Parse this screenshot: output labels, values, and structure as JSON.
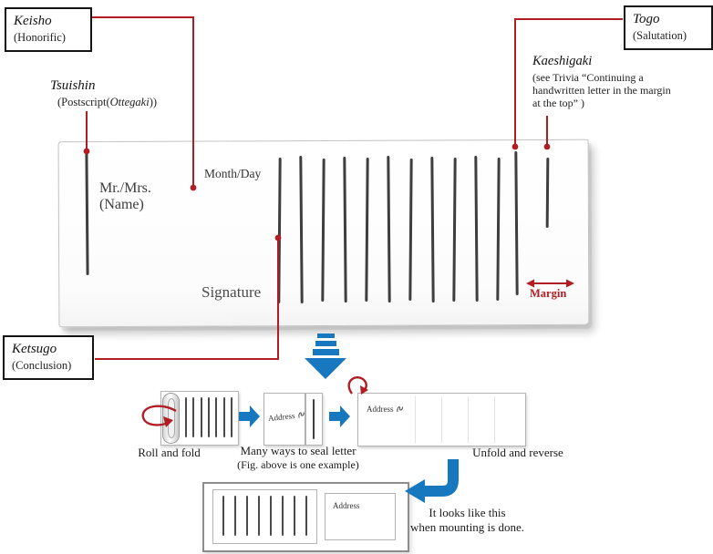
{
  "colors": {
    "accent_red": "#b01e23",
    "accent_blue": "#1878bf",
    "ink": "#3e3e3e"
  },
  "callouts": {
    "keisho": {
      "title": "Keisho",
      "subtitle": "(Honorific)"
    },
    "tsuishin": {
      "title": "Tsuishin",
      "postscript_prefix": "(Postscript(",
      "postscript_word": "Ottegaki",
      "postscript_suffix": "))"
    },
    "togo": {
      "title": "Togo",
      "subtitle": "(Salutation)"
    },
    "kaeshigaki": {
      "title": "Kaeshigaki",
      "note": "(see Trivia “Continuing a handwritten letter in the margin at the top” )"
    },
    "ketsugo": {
      "title": "Ketsugo",
      "subtitle": "(Conclusion)"
    }
  },
  "paper": {
    "month_day": "Month/Day",
    "name_line1": "Mr./Mrs.",
    "name_line2": "(Name)",
    "signature": "Signature",
    "margin_label": "Margin"
  },
  "steps": {
    "roll_label": "Roll and fold",
    "seal_line1": "Many ways to seal letter",
    "seal_line2": "(Fig. above is one example)",
    "unfold_label": "Unfold and reverse",
    "address": "Address",
    "final_line1": "It looks like this",
    "final_line2": "when mounting is done."
  }
}
